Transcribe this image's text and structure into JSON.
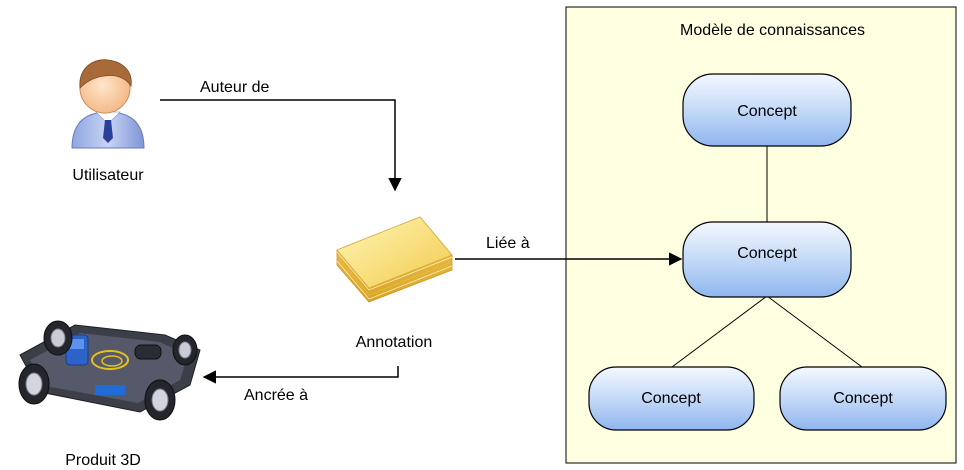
{
  "knowledge_model": {
    "title": "Modèle de connaissances",
    "panel_color": "#FFFFE1",
    "concepts": [
      "Concept",
      "Concept",
      "Concept",
      "Concept"
    ]
  },
  "user": {
    "label": "Utilisateur",
    "icon": "user-icon"
  },
  "annotation": {
    "label": "Annotation",
    "icon": "sticky-note-icon"
  },
  "product": {
    "label": "Produit 3D",
    "icon": "3d-car-chassis-icon"
  },
  "relations": {
    "author_of": "Auteur de",
    "linked_to": "Liée à",
    "anchored_to": "Ancrée à"
  },
  "colors": {
    "concept_fill_top": "#EAF2FF",
    "concept_fill_bottom": "#9CC1F2",
    "concept_stroke": "#000000"
  }
}
